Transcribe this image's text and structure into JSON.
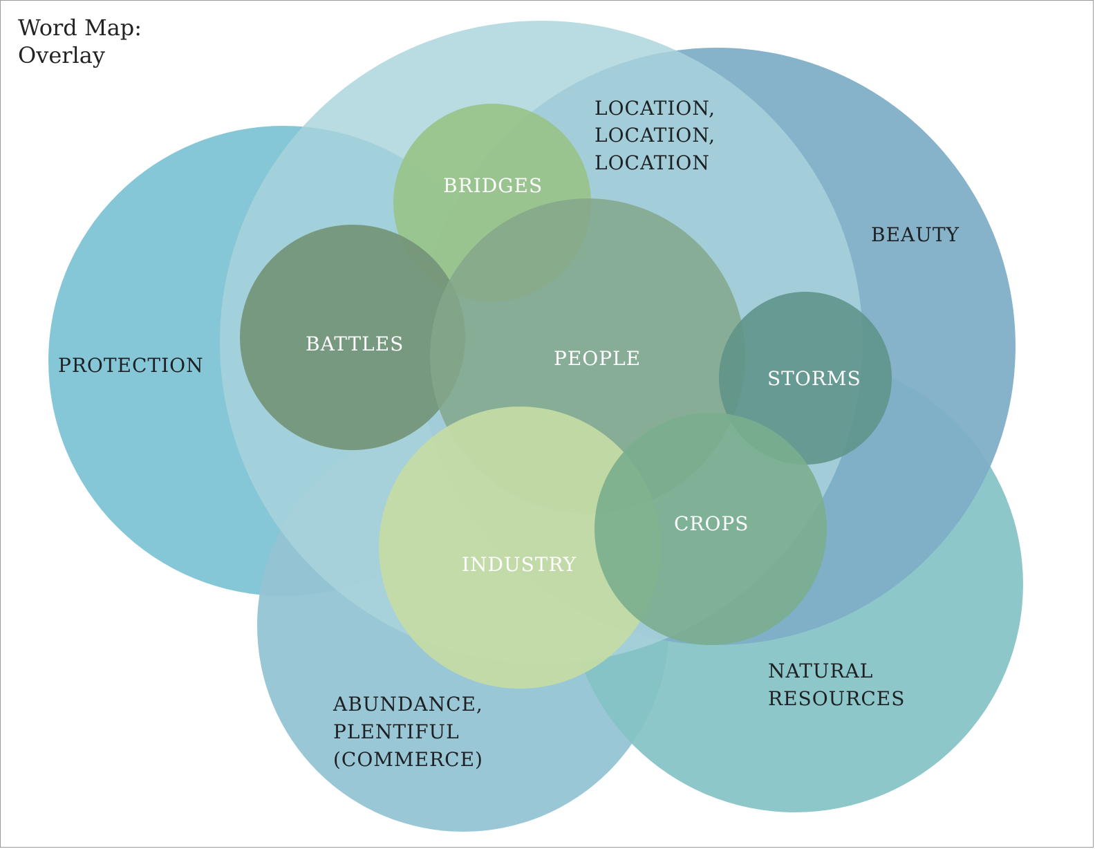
{
  "title": {
    "line1": "Word Map:",
    "line2": "Overlay"
  },
  "colors": {
    "protection": "#7ec4d5",
    "abundance": "#95c4d4",
    "natural_resources": "#84c2c5",
    "beauty": "#80afc7",
    "location": "#a9d3dc",
    "bridges": "#98c387",
    "battles": "#75967a",
    "people": "#84a78b",
    "storms": "#5f9389",
    "industry": "#c4dba4",
    "crops": "#7aae8e"
  },
  "labels": {
    "protection": "PROTECTION",
    "beauty": "BEAUTY",
    "location": [
      "LOCATION,",
      "LOCATION,",
      "LOCATION"
    ],
    "bridges": "BRIDGES",
    "battles": "BATTLES",
    "people": "PEOPLE",
    "storms": "STORMS",
    "crops": "CROPS",
    "industry": "INDUSTRY",
    "natural_resources": [
      "NATURAL",
      "RESOURCES"
    ],
    "abundance": [
      "ABUNDANCE,",
      "PLENTIFUL",
      "(COMMERCE)"
    ]
  }
}
